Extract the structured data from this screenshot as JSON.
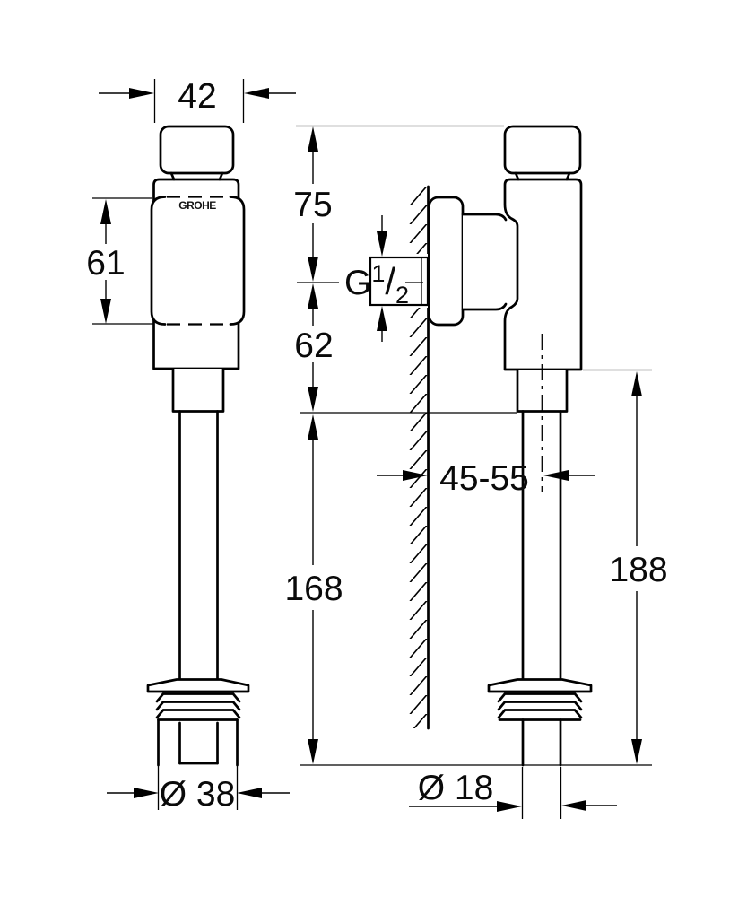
{
  "drawing": {
    "brand_logo": "GROHE",
    "front_view": {
      "name": "front-view",
      "dim_width_top": "42",
      "dim_height_body": "61",
      "dim_diameter_bottom": "Ø 38"
    },
    "side_view": {
      "name": "side-view",
      "dim_top_to_inlet": "75",
      "thread_label": {
        "main": "G",
        "sup": "1",
        "slash": "/",
        "sub": "2"
      },
      "dim_inlet_to_body_bottom": "62",
      "dim_wall_to_pipe_center": "45-55",
      "dim_body_bottom_to_pipe_end": "168",
      "dim_inlet_center_to_pipe_end": "188",
      "dim_pipe_diameter": "Ø 18"
    }
  }
}
